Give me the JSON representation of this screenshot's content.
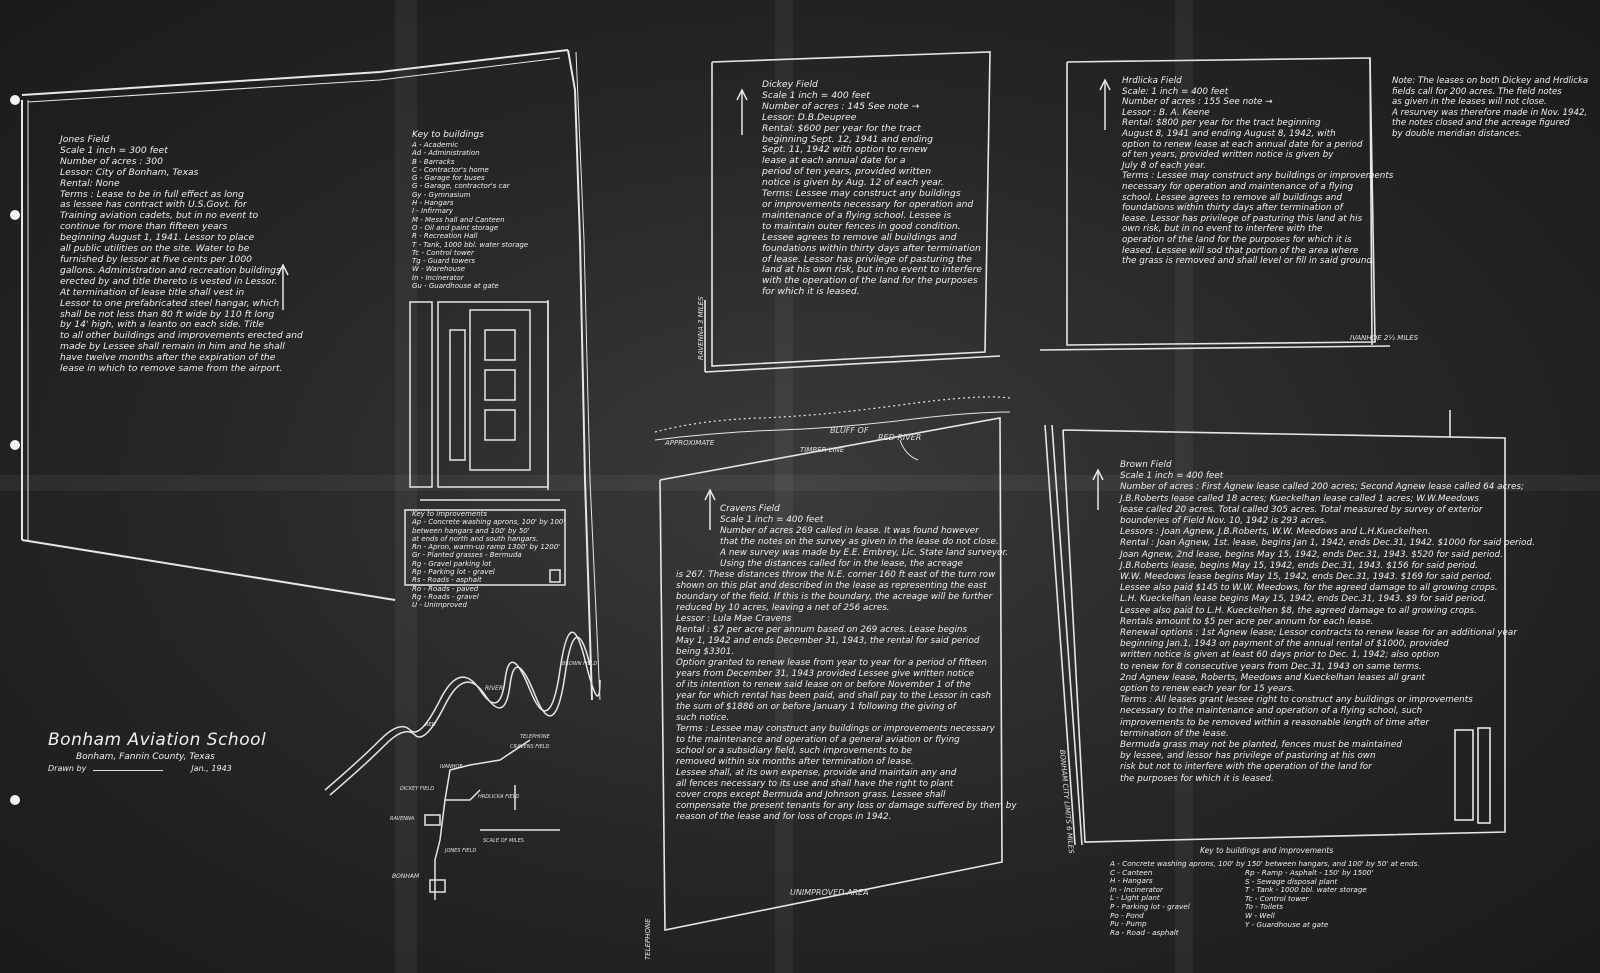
{
  "title_block": {
    "title": "Bonham Aviation School",
    "location": "Bonham, Fannin County, Texas",
    "drawn_by": "Drawn by",
    "date": "Jan., 1943"
  },
  "jones_field": {
    "lines": [
      "Jones Field",
      "Scale 1 inch = 300 feet",
      "Number of acres : 300",
      "Lessor: City of Bonham, Texas",
      "Rental: None",
      "Terms : Lease to be in full effect as long",
      "as lessee has contract with U.S.Govt. for",
      "Training aviation cadets, but in no event to",
      "continue for more than fifteen years",
      "beginning August 1, 1941. Lessor to place",
      "all public utilities on the site. Water to be",
      "furnished by lessor at five cents per 1000",
      "gallons. Administration and recreation buildings",
      "erected by and title thereto is vested in Lessor.",
      "At termination of lease title shall vest in",
      "Lessor to one prefabricated steel hangar, which",
      "shall be not less than 80 ft wide by 110 ft long",
      "by 14' high, with a leanto on each side. Title",
      "to all other buildings and improvements erected and",
      "made by Lessee shall remain in him and he shall",
      "have twelve months after the expiration of the",
      "lease in which to remove same from the airport."
    ]
  },
  "key_to_buildings": {
    "title": "Key to buildings",
    "items": [
      "A - Academic",
      "Ad - Administration",
      "B - Barracks",
      "C - Contractor's home",
      "G - Garage for buses",
      "G - Garage, contractor's car",
      "Gy - Gymnasium",
      "H - Hangars",
      "I - Infirmary",
      "M - Mess hall and Canteen",
      "O - Oil and paint storage",
      "R - Recreation Hall",
      "T - Tank, 1000 bbl. water storage",
      "Tc - Control tower",
      "Tg - Guard towers",
      "W - Warehouse",
      "In - Incinerator",
      "Gu - Guardhouse at gate"
    ]
  },
  "key_to_improvements": {
    "title": "Key to improvements",
    "items": [
      "Ap - Concrete washing aprons, 100' by 100'",
      "between hangars and 100' by 50'",
      "at ends of north and south hangars.",
      "Rn - Apron, warm-up ramp 1300' by 1200'",
      "Gr - Planted grasses - Bermuda",
      "Rg - Gravel parking lot",
      "Rp - Parking lot - gravel",
      "Rs - Roads - asphalt",
      "Ro - Roads - paved",
      "Rg - Roads - gravel",
      "U - Unimproved"
    ]
  },
  "dickey_field": {
    "lines": [
      "Dickey Field",
      "Scale 1 inch = 400 feet",
      "Number of acres : 145    See note →",
      "Lessor: D.B.Deupree",
      "Rental: $600 per year for the tract",
      "beginning Sept. 12, 1941 and ending",
      "Sept. 11, 1942 with option to renew",
      "lease at each annual date for a",
      "period of ten years, provided written",
      "notice is given by Aug. 12 of each year.",
      "Terms: Lessee may construct any buildings",
      "or improvements necessary for operation and",
      "maintenance of a flying school. Lessee is",
      "to maintain outer fences in good condition.",
      "Lessee agrees to remove all buildings and",
      "foundations within thirty days after termination",
      "of lease. Lessor has privilege of pasturing the",
      "land at his own risk, but in no event to interfere",
      "with the operation of the land for the purposes",
      "for which it is leased."
    ],
    "road_label": "RAVENNA 3 MILES"
  },
  "hrdlicka_field": {
    "lines": [
      "Hrdlicka Field",
      "Scale: 1 inch = 400 feet",
      "Number of acres : 155    See note →",
      "Lessor : B. A. Keene",
      "Rental: $800 per year for the tract beginning",
      "August 8, 1941 and ending August 8, 1942, with",
      "option to renew lease at each annual date for a period",
      "of ten years, provided written notice is given by",
      "July 8 of each year.",
      "Terms : Lessee may construct any buildings or improvements",
      "necessary for operation and maintenance of a flying",
      "school. Lessee agrees to remove all buildings and",
      "foundations within thirty days after termination of",
      "lease. Lessor has privilege of pasturing this land at his",
      "own risk, but in no event to interfere with the",
      "operation of the land for the purposes for which it is",
      "leased. Lessee will sod that portion of the area where",
      "the grass is removed and shall level or fill in said ground."
    ],
    "road_label": "IVANHOE 2½ MILES"
  },
  "note": {
    "lines": [
      "Note: The leases on both Dickey and Hrdlicka",
      "fields call for 200 acres. The field notes",
      "as given in the leases will not close.",
      "A resurvey was therefore made in Nov. 1942,",
      "the notes closed and the acreage figured",
      "by double meridian distances."
    ]
  },
  "cravens_field": {
    "lines": [
      "Cravens Field",
      "Scale 1 inch = 400 feet",
      "Number of acres 269 called in lease. It was found however",
      "that the notes on the survey as given in the lease do not close.",
      "A new survey was made by E.E. Embrey, Lic. State land surveyor.",
      "Using the distances called for in the lease, the acreage",
      "is 267. These distances throw the N.E. corner 160 ft east of the turn row",
      "shown on this plat and described in the lease as representing the east",
      "boundary of the field. If this is the boundary, the acreage will be further",
      "reduced by 10 acres, leaving a net of 256 acres.",
      "Lessor : Lula Mae Cravens",
      "Rental : $7 per acre per annum based on 269 acres. Lease begins",
      "May 1, 1942 and ends December 31, 1943, the rental for said period",
      "being $3301.",
      "Option granted to renew lease from year to year for a period of fifteen",
      "years from December 31, 1943 provided Lessee give written notice",
      "of its intention to renew said lease on or before November 1 of the",
      "year for which rental has been paid, and shall pay to the Lessor in cash",
      "the sum of $1886 on or before January 1 following the giving of",
      "such notice.",
      "Terms : Lessee may construct any buildings or improvements necessary",
      "to the maintenance and operation of a general aviation or flying",
      "school or a subsidiary field, such improvements to be",
      "removed within six months after termination of lease.",
      "Lessee shall, at its own expense, provide and maintain any and",
      "all fences necessary to its use and shall have the right to plant",
      "cover crops except Bermuda and Johnson grass. Lessee shall",
      "compensate the present tenants for any loss or damage suffered by them by",
      "reason of the lease and for loss of crops in 1942."
    ],
    "labels": {
      "river": "RED RIVER",
      "bluff": "BLUFF OF",
      "approx": "APPROXIMATE",
      "timber": "TIMBER LINE",
      "unimproved": "UNIMPROVED AREA",
      "telephone": "TELEPHONE"
    }
  },
  "brown_field": {
    "lines": [
      "Brown Field",
      "Scale 1 inch = 400 feet",
      "Number of acres : First Agnew lease called 200 acres; Second Agnew lease called 64 acres;",
      "J.B.Roberts lease called 18 acres; Kueckelhan lease called 1 acres; W.W.Meedows",
      "lease called 20 acres. Total called 305 acres. Total measured by survey of exterior",
      "bounderies of Field Nov. 10, 1942 is 293 acres.",
      "Lessors : Joan Agnew, J.B.Roberts, W.W. Meedows and L.H.Kueckelhen.",
      "Rental : Joan Agnew, 1st. lease, begins Jan 1, 1942, ends Dec.31, 1942. $1000 for said period.",
      "Joan Agnew, 2nd lease, begins May 15, 1942, ends Dec.31, 1943. $520 for said period.",
      "J.B.Roberts lease, begins May 15, 1942, ends Dec.31, 1943. $156 for said period.",
      "W.W. Meedows lease begins May 15, 1942, ends Dec.31, 1943. $169 for said period.",
      "Lessee also paid $145 to W.W. Meedows, for the agreed damage to all growing crops.",
      "L.H. Kueckelhan lease begins May 15, 1942, ends Dec.31, 1943. $9 for said period.",
      "Lessee also paid to L.H. Kueckelhen $8, the agreed damage to all growing crops.",
      "Rentals amount to $5 per acre per annum for each lease.",
      "Renewal options : 1st Agnew lease; Lessor contracts to renew lease for an additional year",
      "beginning Jan.1, 1943 on payment of the annual rental of $1000, provided",
      "written notice is given at least 60 days prior to Dec. 1, 1942; also option",
      "to renew for 8 consecutive years from Dec.31, 1943 on same terms.",
      "2nd Agnew lease, Roberts, Meedows and Kueckelhan leases all grant",
      "option to renew each year for 15 years.",
      "Terms : All leases grant lessee right to construct any buildings or improvements",
      "necessary to the maintenance and operation of a flying school, such",
      "improvements to be removed within a reasonable length of time after",
      "termination of the lease.",
      "Bermuda grass may not be planted, fences must be maintained",
      "by lessee, and lessor has privilege of pasturing at his own",
      "risk but not to interfere with the operation of the land for",
      "the purposes for which it is leased."
    ],
    "road_label": "BONHAM CITY LIMITS 6 MILES",
    "key_title": "Key to buildings and improvements",
    "key_left": [
      "A - Concrete washing aprons, 100' by 150' between hangars, and 100' by 50' at ends.",
      "C - Canteen",
      "H - Hangars",
      "In - Incinerator",
      "L - Light plant",
      "P - Parking lot - gravel",
      "Po - Pond",
      "Pu - Pump",
      "Ra - Road - asphalt"
    ],
    "key_right": [
      "Rp - Ramp - Asphalt - 150' by 1500'",
      "S - Sewage disposal plant",
      "T - Tank - 1000 bbl. water storage",
      "Tc - Control tower",
      "To - Toilets",
      "W - Well",
      "Y - Guardhouse at gate"
    ]
  },
  "location_map": {
    "labels": [
      "RIVER",
      "BROWN FIELD",
      "CRAVENS FIELD",
      "TELEPHONE",
      "HRDLICKA FIELD",
      "DICKEY FIELD",
      "RAVENNA",
      "JONES FIELD",
      "BONHAM",
      "SCALE OF MILES",
      "IVANHOE",
      "RED"
    ]
  }
}
